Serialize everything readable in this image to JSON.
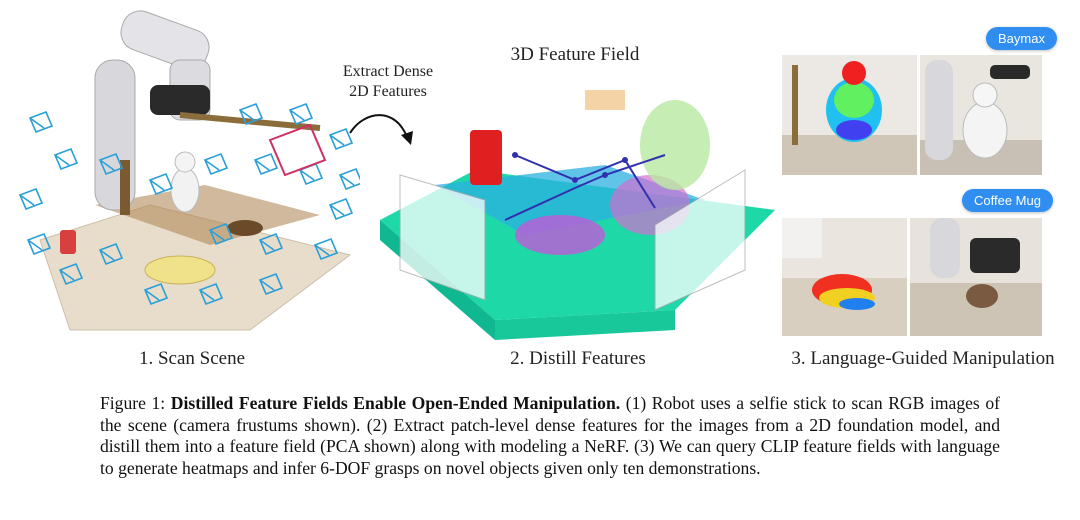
{
  "figure": {
    "panel1_label": "1. Scan Scene",
    "panel2_label": "2. Distill Features",
    "panel3_label": "3. Language-Guided Manipulation",
    "panel2_title": "3D Feature Field",
    "arrow_text_line1": "Extract Dense",
    "arrow_text_line2": "2D Features",
    "query1": "Baymax",
    "query2": "Coffee Mug"
  },
  "caption": {
    "prefix": "Figure 1:",
    "title": "Distilled Feature Fields Enable Open-Ended Manipulation.",
    "body": "(1) Robot uses a selfie stick to scan RGB images of the scene (camera frustums shown). (2) Extract patch-level dense features for the images from a 2D foundation model, and distill them into a feature field (PCA shown) along with modeling a NeRF. (3) We can query CLIP feature fields with language to generate heatmaps and infer 6-DOF grasps on novel objects given only ten demonstrations."
  },
  "colors": {
    "frustum": "#2aa0d8",
    "bubble": "#2f8ef0",
    "field_ground": "#1ed8a8"
  }
}
